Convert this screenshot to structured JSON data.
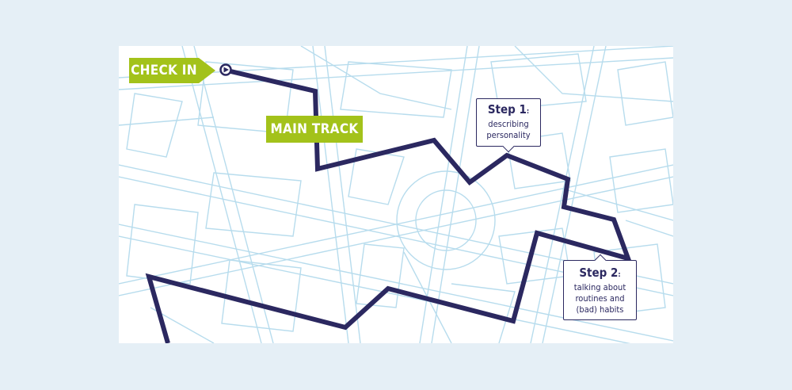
{
  "labels": {
    "check_in": "CHECK IN",
    "main_track": "MAIN TRACK"
  },
  "steps": [
    {
      "title": "Step 1",
      "colon": ":",
      "line1": "describing",
      "line2": "personality",
      "line3": ""
    },
    {
      "title": "Step 2",
      "colon": ":",
      "line1": "talking about",
      "line2": "routines and",
      "line3": "(bad) habits"
    }
  ],
  "colors": {
    "background": "#e5eff6",
    "map_lines": "#b7dced",
    "track": "#2b2860",
    "tag_green": "#a3c21a"
  },
  "icons": {
    "start_marker": "play-circle-icon"
  }
}
